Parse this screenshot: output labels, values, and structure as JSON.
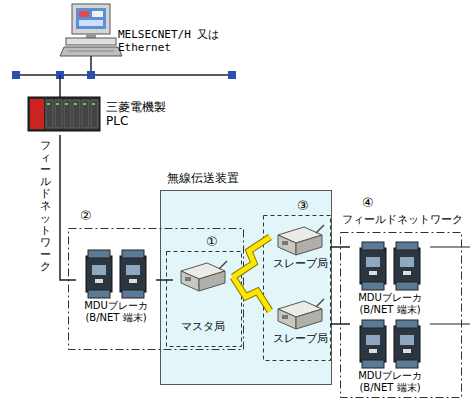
{
  "diagram": {
    "nodes": [
      {
        "text": [
          "三菱電機製 PLC"
        ]
      },
      {
        "text": [
          "②"
        ]
      },
      {
        "text": [
          "MDUブレーカ (B/NET 端末)"
        ],
        "in": 1
      },
      {
        "text": [
          "無線伝送装置"
        ]
      },
      {
        "text": [
          "①"
        ],
        "in": 3
      },
      {
        "text": [
          "マスタ局"
        ],
        "in": 4
      },
      {
        "text": [
          "③"
        ],
        "in": 3
      },
      {
        "text": [
          "スレーブ局"
        ],
        "in": 6
      },
      {
        "text": [
          "スレーブ局"
        ],
        "in": 6
      },
      {
        "text": [
          "④",
          "フィールドネットワーク"
        ]
      },
      {
        "text": [
          "MDUブレーカ (B/NET 端末)"
        ],
        "in": 9
      },
      {
        "text": [
          "MDUブレーカ (B/NET 端末)"
        ],
        "in": 9
      }
    ],
    "edges": [
      {
        "from": 0,
        "to": 2,
        "arrow": "none",
        "label": "フィールドネットワーク"
      },
      {
        "from": 2,
        "to": 5,
        "arrow": "none"
      },
      {
        "from": 5,
        "to": 7,
        "arrow": "none"
      },
      {
        "from": 5,
        "to": 8,
        "arrow": "none"
      },
      {
        "from": 7,
        "to": 10,
        "arrow": "none"
      },
      {
        "from": 8,
        "to": 11,
        "arrow": "none"
      }
    ],
    "labels": [
      "MELSECNET/H 又は Ethernet"
    ]
  }
}
